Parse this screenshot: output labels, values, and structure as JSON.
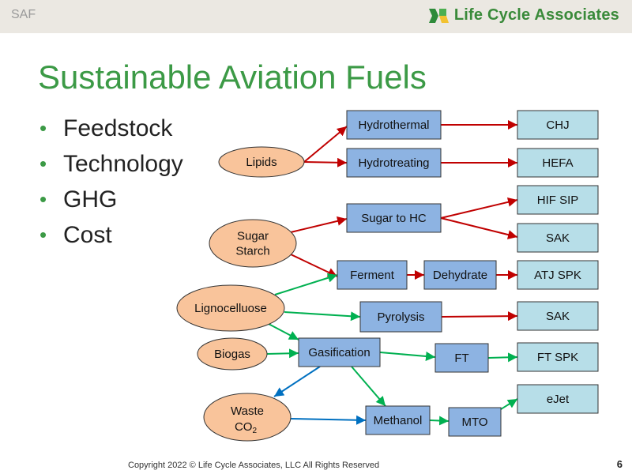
{
  "header": {
    "section": "SAF",
    "logo_text": "Life Cycle Associates"
  },
  "title": "Sustainable Aviation Fuels",
  "bullets": [
    "Feedstock",
    "Technology",
    "GHG",
    "Cost"
  ],
  "colors": {
    "red": "#c00000",
    "green": "#00b050",
    "blue": "#0070c0",
    "feedstock": "#f9c49b",
    "process": "#8db3e2",
    "product": "#b7dee8"
  },
  "diagram": {
    "feedstocks": [
      {
        "id": "lipids",
        "lines": [
          "Lipids"
        ]
      },
      {
        "id": "sugar",
        "lines": [
          "Sugar",
          "Starch"
        ]
      },
      {
        "id": "ligno",
        "lines": [
          "Lignocelluose"
        ]
      },
      {
        "id": "biogas",
        "lines": [
          "Biogas"
        ]
      },
      {
        "id": "co2",
        "lines": [
          "Waste",
          "CO",
          "2"
        ]
      }
    ],
    "processes": [
      {
        "id": "hydrothermal",
        "label": "Hydrothermal"
      },
      {
        "id": "hydrotreating",
        "label": "Hydrotreating"
      },
      {
        "id": "sugarhc",
        "label": "Sugar to HC"
      },
      {
        "id": "ferment",
        "label": "Ferment"
      },
      {
        "id": "dehydrate",
        "label": "Dehydrate"
      },
      {
        "id": "pyrolysis",
        "label": "Pyrolysis"
      },
      {
        "id": "gasification",
        "label": "Gasification"
      },
      {
        "id": "ft",
        "label": "FT"
      },
      {
        "id": "methanol",
        "label": "Methanol"
      },
      {
        "id": "mto",
        "label": "MTO"
      }
    ],
    "products": [
      {
        "id": "chj",
        "label": "CHJ"
      },
      {
        "id": "hefa",
        "label": "HEFA"
      },
      {
        "id": "hifsip",
        "label": "HIF SIP"
      },
      {
        "id": "sak1",
        "label": "SAK"
      },
      {
        "id": "atjspk",
        "label": "ATJ SPK"
      },
      {
        "id": "sak2",
        "label": "SAK"
      },
      {
        "id": "ftspk",
        "label": "FT SPK"
      },
      {
        "id": "ejet",
        "label": "eJet"
      }
    ],
    "edges": [
      {
        "from": "lipids",
        "to": "hydrothermal",
        "color": "red"
      },
      {
        "from": "lipids",
        "to": "hydrotreating",
        "color": "red"
      },
      {
        "from": "hydrothermal",
        "to": "chj",
        "color": "red"
      },
      {
        "from": "hydrotreating",
        "to": "hefa",
        "color": "red"
      },
      {
        "from": "sugar",
        "to": "sugarhc",
        "color": "red"
      },
      {
        "from": "sugar",
        "to": "ferment",
        "color": "red"
      },
      {
        "from": "sugarhc",
        "to": "hifsip",
        "color": "red"
      },
      {
        "from": "sugarhc",
        "to": "sak1",
        "color": "red"
      },
      {
        "from": "ferment",
        "to": "dehydrate",
        "color": "red"
      },
      {
        "from": "dehydrate",
        "to": "atjspk",
        "color": "red"
      },
      {
        "from": "ligno",
        "to": "ferment",
        "color": "green"
      },
      {
        "from": "ligno",
        "to": "pyrolysis",
        "color": "green"
      },
      {
        "from": "ligno",
        "to": "gasification",
        "color": "green"
      },
      {
        "from": "pyrolysis",
        "to": "sak2",
        "color": "red"
      },
      {
        "from": "biogas",
        "to": "gasification",
        "color": "green"
      },
      {
        "from": "gasification",
        "to": "ft",
        "color": "green"
      },
      {
        "from": "ft",
        "to": "ftspk",
        "color": "green"
      },
      {
        "from": "gasification",
        "to": "methanol",
        "color": "green"
      },
      {
        "from": "gasification",
        "to": "co2",
        "color": "blue"
      },
      {
        "from": "co2",
        "to": "methanol",
        "color": "blue"
      },
      {
        "from": "methanol",
        "to": "mto",
        "color": "green"
      },
      {
        "from": "mto",
        "to": "ejet",
        "color": "green"
      }
    ]
  },
  "footer": {
    "copyright": "Copyright 2022 © Life Cycle Associates, LLC All Rights Reserved",
    "page": "6"
  }
}
